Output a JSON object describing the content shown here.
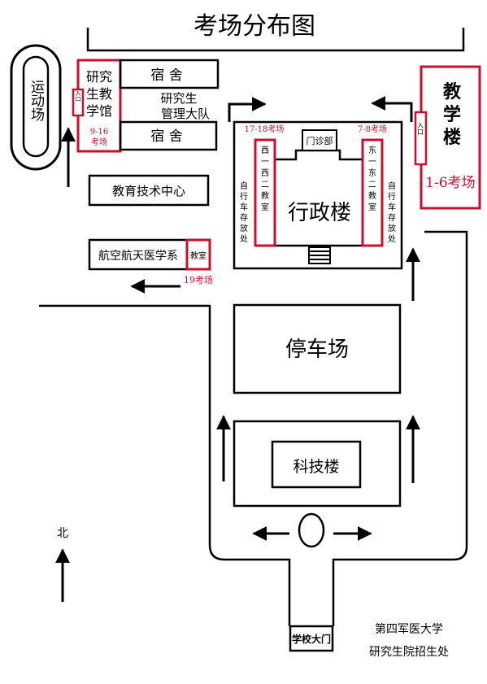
{
  "title": "考场分布图",
  "colors": {
    "line": "#000000",
    "exam": "#c8102e",
    "background": "#ffffff"
  },
  "left": {
    "track": "运动场",
    "grad_building": {
      "name_lines": [
        "研究",
        "生教",
        "学馆"
      ],
      "entrance": "入口",
      "exam_lines": [
        "9-16",
        "考场"
      ]
    },
    "dorm_top": "宿 舍",
    "dorm_bottom": "宿 舍",
    "grad_brigade_lines": [
      "研究生",
      "管理大队"
    ],
    "edu_tech_center": "教育技术中心",
    "aerospace_dept": "航空航天医学系",
    "classroom": {
      "name": "教室",
      "exam": "19考场"
    }
  },
  "admin": {
    "name": "行政楼",
    "clinic": "门诊部",
    "west_exam": "17-18考场",
    "east_exam": "7-8考场",
    "west_classroom": [
      "西",
      "一",
      "西",
      "二",
      "教",
      "室"
    ],
    "east_classroom": [
      "东",
      "一",
      "东",
      "二",
      "教",
      "室"
    ],
    "bike_left": [
      "自",
      "行",
      "车",
      "存",
      "放",
      "处"
    ],
    "bike_right": [
      "自",
      "行",
      "车",
      "存",
      "放",
      "处"
    ]
  },
  "teaching": {
    "name_lines": [
      "教",
      "学",
      "楼"
    ],
    "entrance": "入口",
    "exam": "1-6考场"
  },
  "parking": "停车场",
  "tech_building": "科技楼",
  "north": "北",
  "gate": "学校大门",
  "credit_lines": [
    "第四军医大学",
    "研究生院招生处"
  ]
}
